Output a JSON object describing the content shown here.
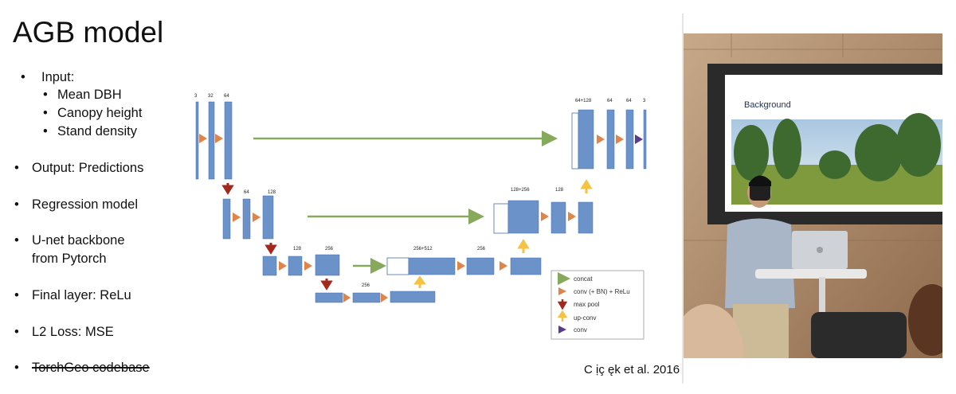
{
  "slide": {
    "title": "AGB model",
    "bullets": [
      {
        "text": "Input:",
        "level": 1
      },
      {
        "text": "Mean DBH",
        "level": 2
      },
      {
        "text": "Canopy height",
        "level": 2
      },
      {
        "text": "Stand density",
        "level": 2
      },
      {
        "text": "Output: Predictions",
        "level": 1
      },
      {
        "text": "Regression model",
        "level": 1
      },
      {
        "text": "U-net backbone",
        "level": 1
      },
      {
        "text": "from Pytorch",
        "level": 1
      },
      {
        "text": "Final layer: ReLu",
        "level": 1
      },
      {
        "text": "L2 Loss: MSE",
        "level": 1
      },
      {
        "text": "TorchGeo codebase",
        "level": 1,
        "struck": true
      }
    ],
    "citation": "C ịç ęk et al. 2016"
  },
  "diagram": {
    "channel_labels": [
      "3",
      "32",
      "64",
      "64",
      "128",
      "128",
      "256",
      "256",
      "256+512",
      "256",
      "128+256",
      "128",
      "64+128",
      "64",
      "64",
      "3"
    ],
    "legend": [
      {
        "label": "concat",
        "icon": "green-arrow-icon"
      },
      {
        "label": "conv (+ BN) + ReLu",
        "icon": "orange-triangle-icon"
      },
      {
        "label": "max pool",
        "icon": "red-down-arrow-icon"
      },
      {
        "label": "up-conv",
        "icon": "yellow-up-arrow-icon"
      },
      {
        "label": "conv",
        "icon": "purple-triangle-icon"
      }
    ],
    "colors": {
      "block": "#6b92c9",
      "concat": "#86a95c",
      "conv": "#e0844a",
      "pool": "#a3281d",
      "upconv": "#f5c242",
      "final_conv": "#5a3a8c"
    }
  },
  "photo": {
    "screen_slide_title": "Background"
  }
}
